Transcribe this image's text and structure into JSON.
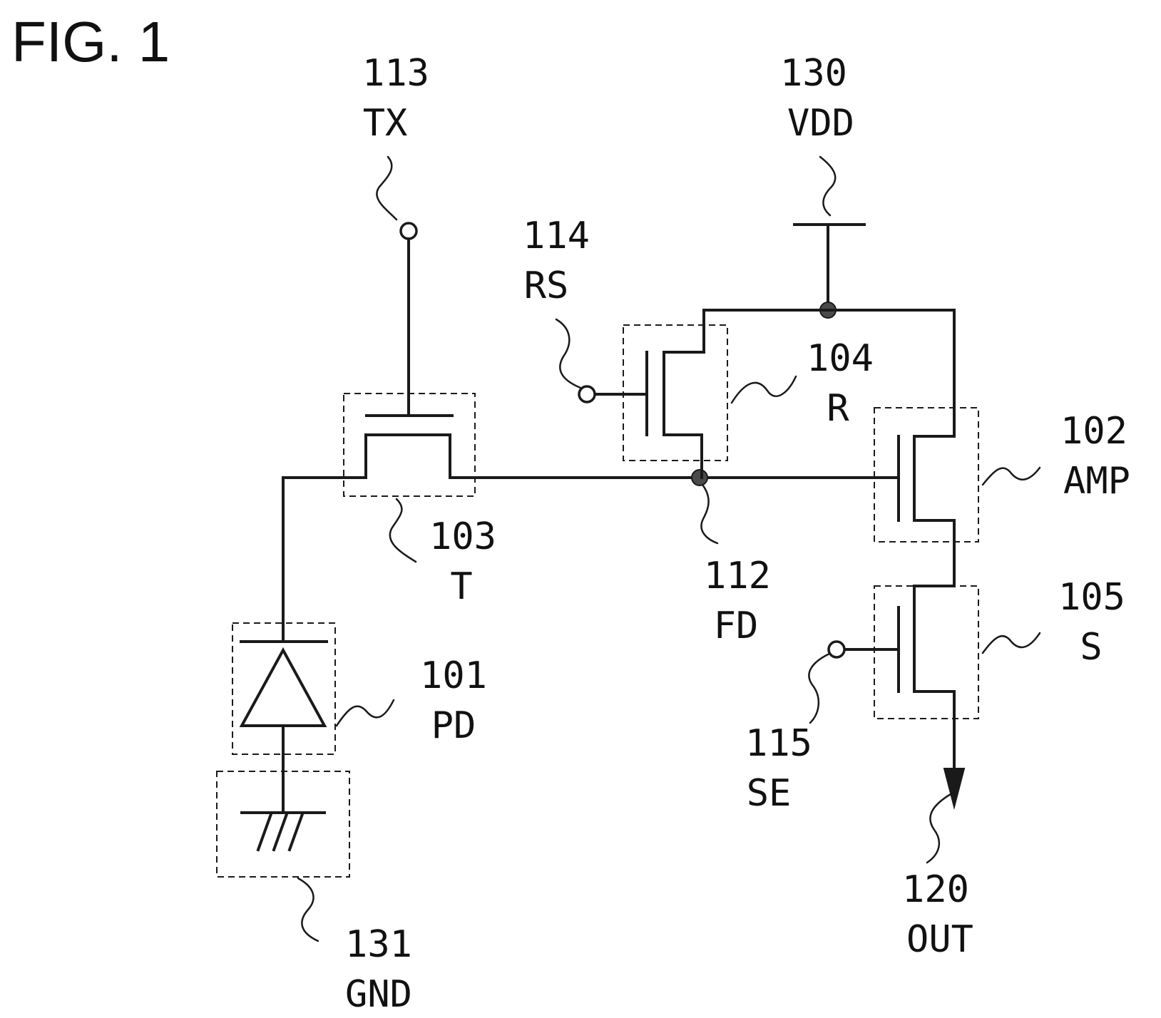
{
  "figure_title": "FIG. 1",
  "labels": {
    "tx_num": "113",
    "tx_name": "TX",
    "vdd_num": "130",
    "vdd_name": "VDD",
    "rs_num": "114",
    "rs_name": "RS",
    "r_num": "104",
    "r_name": "R",
    "amp_num": "102",
    "amp_name": "AMP",
    "t_num": "103",
    "t_name": "T",
    "fd_num": "112",
    "fd_name": "FD",
    "s_num": "105",
    "s_name": "S",
    "pd_num": "101",
    "pd_name": "PD",
    "se_num": "115",
    "se_name": "SE",
    "out_num": "120",
    "out_name": "OUT",
    "gnd_num": "131",
    "gnd_name": "GND"
  }
}
